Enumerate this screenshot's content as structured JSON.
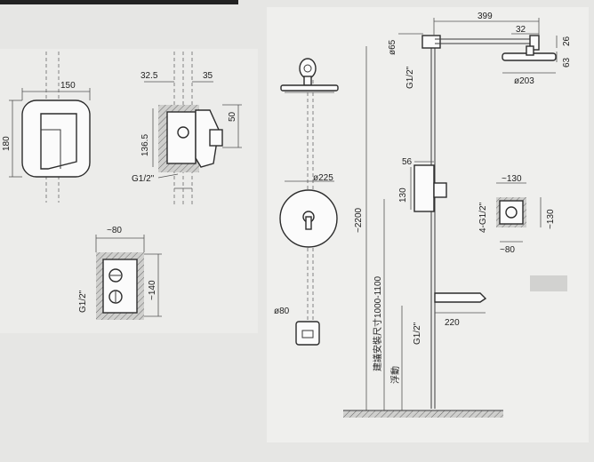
{
  "left": {
    "faceplate": {
      "width": "150",
      "height": "180"
    },
    "side": {
      "d1": "32.5",
      "d2": "35",
      "d3": "136.5",
      "d4": "50",
      "thread": "G1/2\""
    },
    "box": {
      "width": "~80",
      "height": "~140",
      "thread": "G1/2\""
    }
  },
  "right": {
    "front": {
      "plate_dia": "ø225",
      "spout_dia": "ø80"
    },
    "side": {
      "arm_len": "399",
      "d32": "32",
      "d26": "26",
      "d63": "63",
      "head_dia": "ø203",
      "d65": "ø65",
      "thread_top": "G1/2\"",
      "mixer_h": "130",
      "d56": "56",
      "spout_len": "220",
      "thread_bottom": "G1/2\"",
      "total_h": "~2200",
      "install_h": "建議安裝尺寸1000-1100",
      "float_label": "浮動"
    },
    "box": {
      "width": "~130",
      "height": "~130",
      "inner": "~80",
      "thread": "4-G1/2\""
    },
    "bleed": {
      "t1": "",
      "t2": ""
    }
  }
}
